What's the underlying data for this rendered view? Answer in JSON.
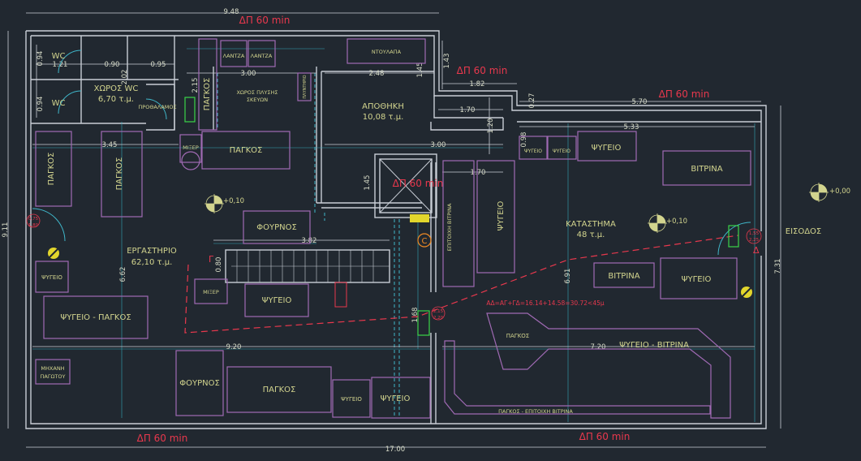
{
  "fire_labels": {
    "top_left": "ΔΠ 60 min",
    "top_mid": "ΔΠ 60 min",
    "top_right": "ΔΠ 60 min",
    "shaft": "ΔΠ 60 min",
    "bottom_left": "ΔΠ 60 min",
    "bottom_right": "ΔΠ 60 min"
  },
  "rooms": {
    "wc_upper": "WC",
    "wc_lower": "WC",
    "wc_area_name": "ΧΩΡΟΣ WC",
    "wc_area_size": "6,70 τ.μ.",
    "vestibule": "ΠΡΟΘΑΛΑΜΟΣ",
    "washing_line1": "ΧΩΡΟΣ ΠΛΥΣΗΣ",
    "washing_line2": "ΣΚΕΥΩΝ",
    "storage_name": "ΑΠΟΘΗΚΗ",
    "storage_size": "10,08 τ.μ.",
    "workshop_name": "ΕΡΓΑΣΤΗΡΙΟ",
    "workshop_size": "62,10 τ.μ.",
    "shop_name": "ΚΑΤΑΣΤΗΜΑ",
    "shop_size": "48 τ.μ.",
    "entrance": "ΕΙΣΟΔΟΣ"
  },
  "furniture": {
    "lantza_1": "ΛΑΝΤΖΑ",
    "lantza_2": "ΛΑΝΤΖΑ",
    "ntoulapa": "ΝΤΟΥΛΑΠΑ",
    "pagkos_vert_top": "ΠΑΓΚΟΣ",
    "plyntirio": "ΠΛΥΝΤΗΡΙΟ",
    "mixer_top": "ΜΙΞΕΡ",
    "pagkos_top": "ΠΑΓΚΟΣ",
    "pagkos_left_1": "ΠΑΓΚΟΣ",
    "pagkos_left_2": "ΠΑΓΚΟΣ",
    "fournos_small": "ΦΟΥΡΝΟΣ",
    "psygeio_left": "ΨΥΓΕΙΟ",
    "psygeio_pagkos": "ΨΥΓΕΙΟ - ΠΑΓΚΟΣ",
    "mixer_mid": "ΜΙΞΕΡ",
    "psygeio_mid": "ΨΥΓΕΙΟ",
    "ice_machine_1": "ΜΗΧΑΝΗ",
    "ice_machine_2": "ΠΑΓΩΤΟΥ",
    "fournos": "ΦΟΥΡΝΟΣ",
    "pagkos_bottom": "ΠΑΓΚΟΣ",
    "psygeio_bot_small": "ΨΥΓΕΙΟ",
    "psygeio_bot": "ΨΥΓΕΙΟ",
    "epitoixi_vitrina": "ΕΠΙΤΟΙΧΗ ΒΙΤΡΙΝΑ",
    "psygeio_vert": "ΨΥΓΕΙΟ",
    "psygeio_s1": "ΨΥΓΕΙΟ",
    "psygeio_s2": "ΨΥΓΕΙΟ",
    "psygeio_shop": "ΨΥΓΕΙΟ",
    "vitrina_1": "ΒΙΤΡΙΝΑ",
    "vitrina_2": "ΒΙΤΡΙΝΑ",
    "psygeio_right": "ΨΥΓΕΙΟ",
    "pagkos_shop": "ΠΑΓΚΟΣ",
    "psygeio_vitrina": "ΨΥΓΕΙΟ - ΒΙΤΡΙΝΑ",
    "pagkos_epitoixi": "ΠΑΓΚΟΣ - ΕΠΙΤΟΙΧΗ ΒΙΤΡΙΝΑ"
  },
  "levels": {
    "workshop": "+0,10",
    "shop": "+0,10",
    "entrance": "+0,00"
  },
  "route_formula": "ΑΔ=ΑΓ+ΓΔ=16.14+14.58=30.72<45μ",
  "route_points": {
    "start": "Γ",
    "end": "Δ"
  },
  "symbols": {
    "compressor": "C",
    "door_small_1": "0,75",
    "door_small_2": "1,80",
    "door_right_1": "2,15",
    "door_right_2": "2,20",
    "door_entry_1": "1,55",
    "door_entry_2": "2,25"
  },
  "dimensions": {
    "top_total": "9.48",
    "bottom_total": "17.00",
    "left_total": "9.11",
    "right_total": "7.31",
    "wc_h1": "0.94",
    "wc_h2": "0.94",
    "wc_w1": "1.21",
    "wc_w2": "0.90",
    "wc_w3": "0.95",
    "wc_v": "2.02",
    "v_215": "2.15",
    "w_300": "3.00",
    "w_248": "2.48",
    "v_145a": "1.45",
    "v_143": "1.43",
    "w_182": "1.82",
    "w_170": "1.70",
    "v_120": "1.20",
    "v_027": "0.27",
    "w_570": "5.70",
    "w_533": "5.33",
    "v_098": "0.98",
    "w_345": "3.45",
    "w_300b": "3.00",
    "w_170b": "1.70",
    "v_145b": "1.45",
    "w_382": "3.82",
    "v_080": "0.80",
    "v_662": "6.62",
    "v_168": "1.68",
    "v_691": "6.91",
    "w_920": "9.20",
    "w_720": "7.20"
  }
}
